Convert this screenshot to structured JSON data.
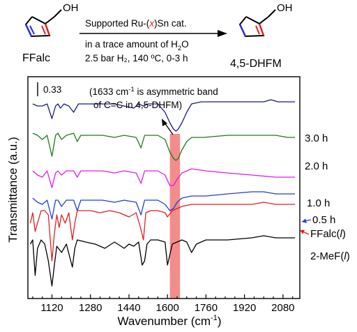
{
  "scheme": {
    "reactant_label": "FFalc",
    "product_label": "4,5-DHFM",
    "oh_label": "OH",
    "catalyst_prefix": "Supported Ru-(",
    "catalyst_var": "x",
    "catalyst_suffix": ")Sn cat.",
    "line2_prefix": "in a trace amount of H",
    "line2_sub": "2",
    "line2_suffix": "O",
    "line3": "2.5 bar H₂, 140 ºC, 0-3 h"
  },
  "chart_data": {
    "type": "line",
    "xlabel_main": "Wavenumber (cm",
    "xlabel_sup": "-1",
    "xlabel_end": ")",
    "ylabel": "Transmittance (a.u.)",
    "xlim": [
      1020,
      2150
    ],
    "x_ticks": [
      1120,
      1280,
      1440,
      1600,
      1760,
      1920,
      2080
    ],
    "scale_bar_label": "0.33",
    "annotation_line1_prefix": "(1633 cm",
    "annotation_line1_sup": "-1",
    "annotation_line1_suffix": " is asymmetric band",
    "annotation_line2": "of C=C in 4,5-DHFM)",
    "highlight_band": [
      1610,
      1652
    ],
    "colors": {
      "3.0 h": "#1a1a8c",
      "2.0 h": "#1f7a1f",
      "1.0 h": "#e619e6",
      "0.5 h": "#1f3fd9",
      "FFalc": "#e01f1f",
      "2-MeF": "#000000",
      "band": "#f28080"
    },
    "series": [
      {
        "name": "3.0 h",
        "baseline": 0.87,
        "x": [
          1040,
          1060,
          1080,
          1100,
          1120,
          1135,
          1145,
          1155,
          1170,
          1190,
          1210,
          1230,
          1260,
          1300,
          1340,
          1380,
          1420,
          1460,
          1480,
          1500,
          1520,
          1560,
          1590,
          1610,
          1625,
          1635,
          1645,
          1660,
          1680,
          1700,
          1740,
          1800,
          1900,
          2000,
          2030,
          2060,
          2100,
          2130
        ],
        "y": [
          0.87,
          0.86,
          0.86,
          0.87,
          0.8,
          0.86,
          0.87,
          0.85,
          0.87,
          0.86,
          0.83,
          0.87,
          0.87,
          0.87,
          0.87,
          0.87,
          0.86,
          0.85,
          0.87,
          0.86,
          0.87,
          0.87,
          0.83,
          0.78,
          0.75,
          0.74,
          0.75,
          0.78,
          0.83,
          0.87,
          0.88,
          0.88,
          0.88,
          0.88,
          0.89,
          0.88,
          0.88,
          0.88
        ]
      },
      {
        "name": "2.0 h",
        "baseline": 0.7,
        "x": [
          1040,
          1060,
          1080,
          1100,
          1120,
          1135,
          1145,
          1160,
          1180,
          1210,
          1225,
          1240,
          1280,
          1330,
          1380,
          1420,
          1470,
          1490,
          1505,
          1520,
          1560,
          1590,
          1610,
          1625,
          1635,
          1645,
          1660,
          1680,
          1700,
          1750,
          1850,
          1950,
          2000,
          2050,
          2100,
          2130
        ],
        "y": [
          0.73,
          0.72,
          0.7,
          0.72,
          0.62,
          0.72,
          0.73,
          0.7,
          0.72,
          0.73,
          0.69,
          0.72,
          0.72,
          0.72,
          0.71,
          0.72,
          0.71,
          0.66,
          0.72,
          0.72,
          0.72,
          0.7,
          0.64,
          0.61,
          0.6,
          0.61,
          0.65,
          0.69,
          0.71,
          0.71,
          0.72,
          0.72,
          0.72,
          0.72,
          0.71,
          0.71
        ]
      },
      {
        "name": "1.0 h",
        "baseline": 0.55,
        "x": [
          1040,
          1060,
          1080,
          1100,
          1120,
          1135,
          1145,
          1160,
          1180,
          1210,
          1225,
          1240,
          1280,
          1330,
          1380,
          1420,
          1470,
          1490,
          1505,
          1520,
          1560,
          1590,
          1610,
          1625,
          1640,
          1660,
          1700,
          1760,
          1850,
          1950,
          2050,
          2100,
          2130
        ],
        "y": [
          0.55,
          0.53,
          0.52,
          0.55,
          0.47,
          0.54,
          0.55,
          0.53,
          0.55,
          0.55,
          0.52,
          0.55,
          0.55,
          0.55,
          0.54,
          0.55,
          0.54,
          0.49,
          0.55,
          0.55,
          0.55,
          0.53,
          0.48,
          0.48,
          0.51,
          0.54,
          0.56,
          0.55,
          0.54,
          0.53,
          0.52,
          0.52,
          0.52
        ]
      },
      {
        "name": "0.5 h",
        "baseline": 0.42,
        "x": [
          1040,
          1060,
          1080,
          1100,
          1120,
          1135,
          1145,
          1160,
          1180,
          1210,
          1225,
          1240,
          1280,
          1330,
          1380,
          1420,
          1470,
          1490,
          1505,
          1520,
          1560,
          1590,
          1610,
          1625,
          1640,
          1660,
          1700,
          1760,
          1850,
          1950,
          2000,
          2050,
          2100,
          2130
        ],
        "y": [
          0.42,
          0.4,
          0.39,
          0.41,
          0.32,
          0.41,
          0.41,
          0.38,
          0.41,
          0.41,
          0.36,
          0.41,
          0.41,
          0.41,
          0.4,
          0.41,
          0.4,
          0.34,
          0.41,
          0.41,
          0.41,
          0.39,
          0.36,
          0.37,
          0.4,
          0.42,
          0.43,
          0.43,
          0.44,
          0.45,
          0.45,
          0.44,
          0.44,
          0.44
        ]
      },
      {
        "name": "FFalc",
        "baseline": 0.35,
        "x": [
          1030,
          1040,
          1050,
          1060,
          1075,
          1090,
          1105,
          1120,
          1130,
          1140,
          1150,
          1160,
          1175,
          1190,
          1205,
          1215,
          1225,
          1240,
          1280,
          1320,
          1360,
          1400,
          1440,
          1470,
          1490,
          1500,
          1510,
          1530,
          1560,
          1590,
          1600,
          1620,
          1640,
          1660,
          1700,
          1760,
          1850,
          1950,
          2000,
          2050,
          2100,
          2130
        ],
        "y": [
          0.3,
          0.35,
          0.26,
          0.3,
          0.36,
          0.36,
          0.34,
          0.12,
          0.25,
          0.34,
          0.28,
          0.34,
          0.3,
          0.35,
          0.22,
          0.3,
          0.36,
          0.36,
          0.36,
          0.35,
          0.36,
          0.35,
          0.33,
          0.35,
          0.27,
          0.22,
          0.35,
          0.36,
          0.36,
          0.35,
          0.33,
          0.36,
          0.37,
          0.38,
          0.39,
          0.39,
          0.39,
          0.39,
          0.4,
          0.39,
          0.39,
          0.39
        ]
      },
      {
        "name": "2-MeF",
        "baseline": 0.22,
        "x": [
          1030,
          1040,
          1050,
          1060,
          1075,
          1090,
          1105,
          1120,
          1130,
          1140,
          1160,
          1180,
          1205,
          1215,
          1225,
          1260,
          1300,
          1340,
          1380,
          1420,
          1440,
          1460,
          1480,
          1495,
          1505,
          1515,
          1530,
          1560,
          1590,
          1600,
          1620,
          1640,
          1660,
          1680,
          1700,
          1720,
          1760,
          1850,
          1950,
          2000,
          2050,
          2100,
          2130
        ],
        "y": [
          0.2,
          0.22,
          0.05,
          0.18,
          0.22,
          0.2,
          0.12,
          0.0,
          0.1,
          0.19,
          0.16,
          0.2,
          0.09,
          0.18,
          0.22,
          0.21,
          0.2,
          0.18,
          0.21,
          0.18,
          0.2,
          0.19,
          0.21,
          0.1,
          0.12,
          0.2,
          0.22,
          0.22,
          0.21,
          0.1,
          0.2,
          0.21,
          0.22,
          0.21,
          0.16,
          0.2,
          0.22,
          0.22,
          0.23,
          0.24,
          0.23,
          0.23,
          0.23
        ]
      }
    ],
    "labels": [
      {
        "text": "3.0 h",
        "series": "3.0 h",
        "italic": ""
      },
      {
        "text": "2.0 h",
        "series": "2.0 h",
        "italic": ""
      },
      {
        "text": "1.0 h",
        "series": "1.0 h",
        "italic": ""
      },
      {
        "text": "0.5 h",
        "series": "0.5 h",
        "italic": ""
      },
      {
        "text": "FFalc(",
        "series": "FFalc",
        "italic": "l"
      },
      {
        "text": "2-MeF(",
        "series": "2-MeF",
        "italic": "l"
      }
    ]
  }
}
